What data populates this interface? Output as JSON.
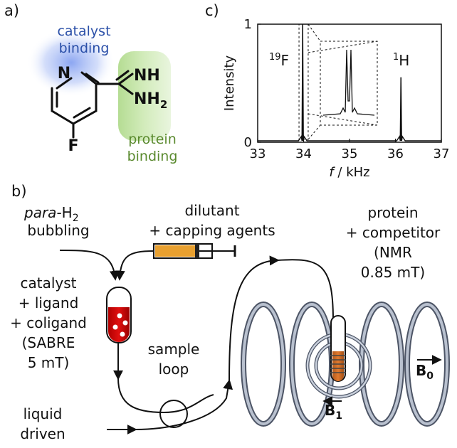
{
  "panels": {
    "a": "a)",
    "b": "b)",
    "c": "c)"
  },
  "molecule": {
    "catalyst_binding": [
      "catalyst",
      "binding"
    ],
    "protein_binding": [
      "protein",
      "binding"
    ],
    "atoms": {
      "N_ring": "N",
      "F": "F",
      "NH": "NH",
      "NH2_main": "NH",
      "NH2_sub": "2"
    },
    "colors": {
      "catalyst": "#2a4fa8",
      "protein": "#5a8a2e"
    }
  },
  "chart_data": {
    "type": "line",
    "xlabel": "f / kHz",
    "ylabel": "Intensity",
    "xlim": [
      33,
      37
    ],
    "ylim": [
      0,
      1
    ],
    "xticks": [
      "33",
      "34",
      "35",
      "36",
      "37"
    ],
    "yticks": [
      "0",
      "1"
    ],
    "peaks": [
      {
        "nucleus": "19F",
        "x": 33.98,
        "intensity": 1.0
      },
      {
        "nucleus": "1H",
        "x": 36.12,
        "intensity": 0.55
      }
    ],
    "inset": {
      "x_range": [
        33.9,
        34.1
      ],
      "description_shown": false
    },
    "peak_labels": {
      "f19": {
        "sup": "19",
        "base": "F"
      },
      "h1": {
        "sup": "1",
        "base": "H"
      }
    }
  },
  "setup": {
    "para_h2": {
      "italic": "para",
      "rest": "-H",
      "sub": "2",
      "line2": "bubbling"
    },
    "dilutant": [
      "dilutant",
      "+ capping agents"
    ],
    "protein": [
      "protein",
      "+ competitor",
      "(NMR",
      "0.85 mT)"
    ],
    "catalyst": [
      "catalyst",
      "+ ligand",
      "+ coligand",
      "(SABRE",
      "5 mT)"
    ],
    "sample_loop": [
      "sample",
      "loop"
    ],
    "liquid_driven": [
      "liquid",
      "driven"
    ],
    "b0": {
      "base": "B",
      "sub": "0"
    },
    "b1": {
      "base": "B",
      "sub": "1"
    }
  }
}
